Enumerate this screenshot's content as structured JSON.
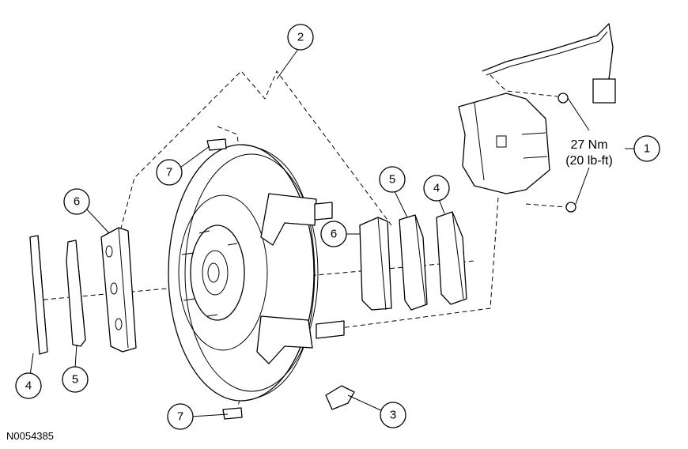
{
  "callouts": {
    "c1": "1",
    "c2": "2",
    "c3": "3",
    "c4_left": "4",
    "c4_right": "4",
    "c5_left": "5",
    "c5_right": "5",
    "c6_left": "6",
    "c6_right": "6",
    "c7_top": "7",
    "c7_bottom": "7"
  },
  "torque": {
    "line1": "27 Nm",
    "line2": "(20 lb-ft)"
  },
  "reference_code": "N0054385"
}
